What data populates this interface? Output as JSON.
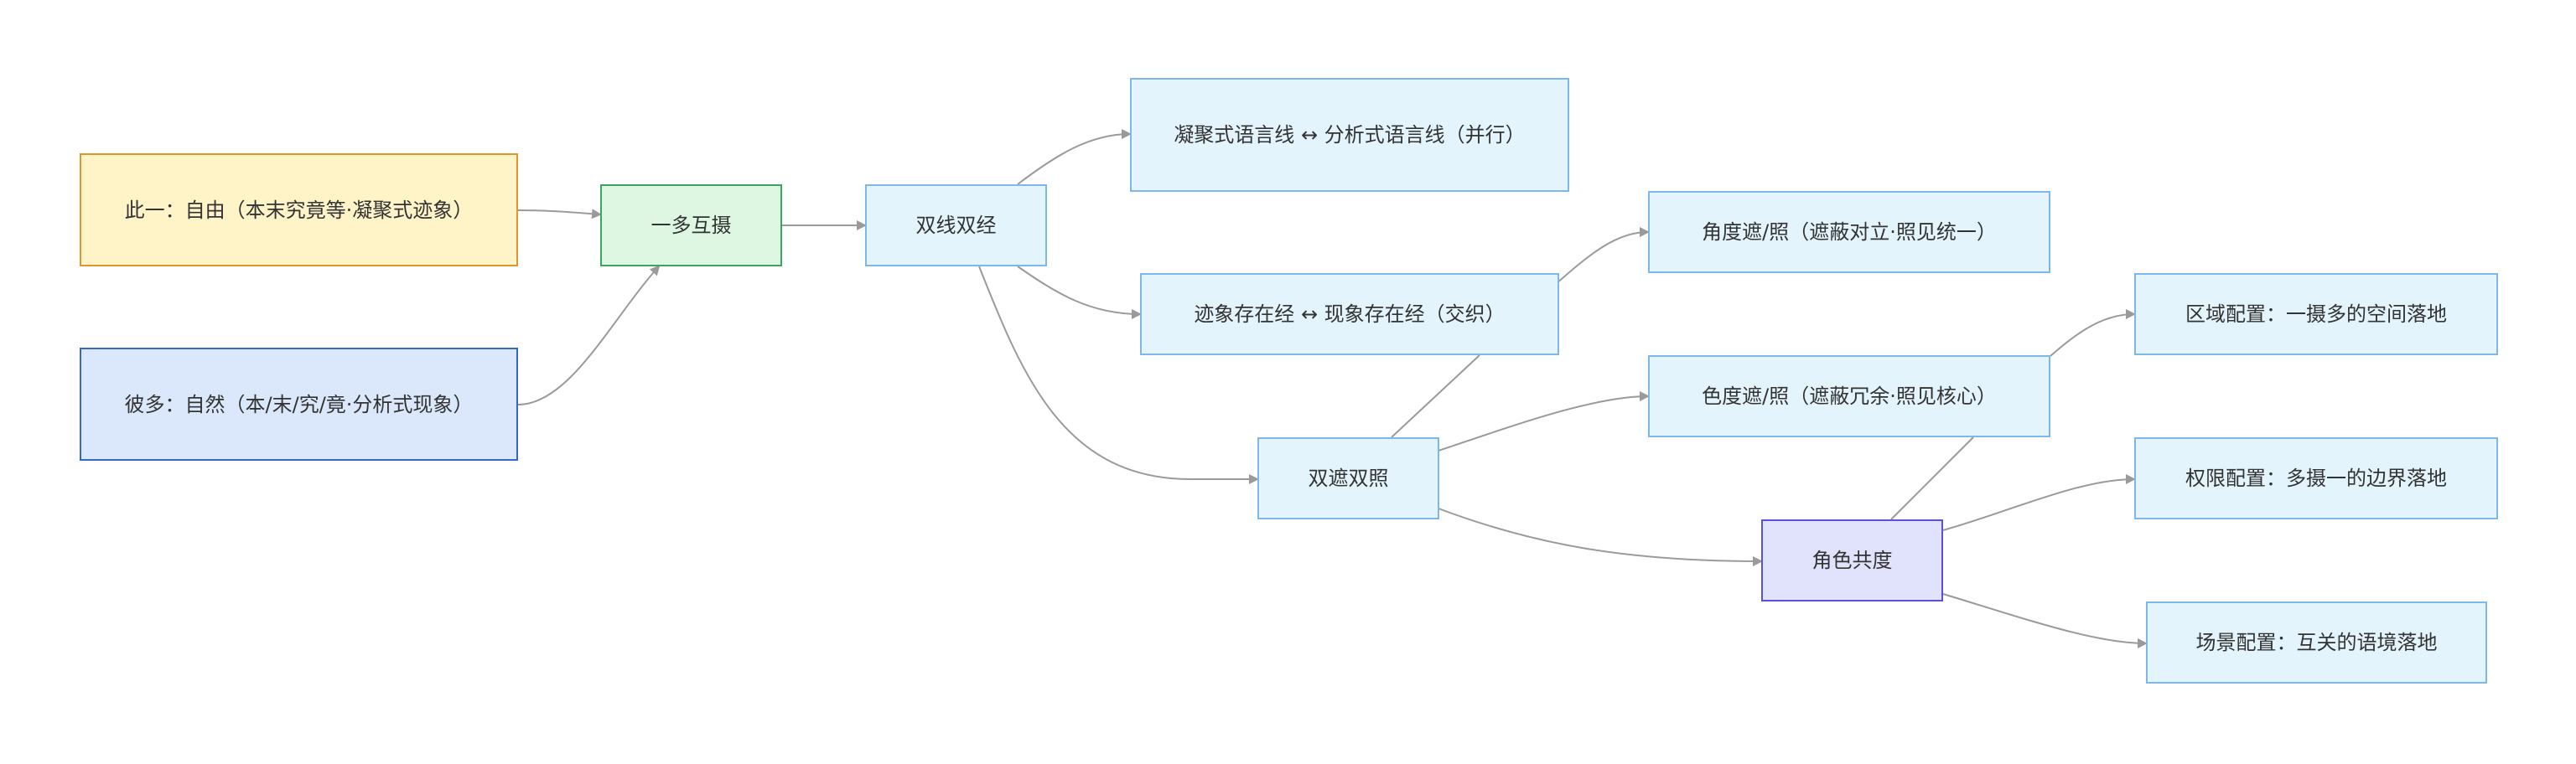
{
  "nodes": {
    "cidi": "此一：自由（本末究竟等·凝聚式迹象）",
    "biduo": "彼多：自然（本/末/究/竟·分析式现象）",
    "yiduo": "一多互摄",
    "shuangxian": "双线双经",
    "ningju": "凝聚式语言线 ↔ 分析式语言线（并行）",
    "jixiang": "迹象存在经 ↔ 现象存在经（交织）",
    "shuangzhe": "双遮双照",
    "jiaodu": "角度遮/照（遮蔽对立·照见统一）",
    "sedu": "色度遮/照（遮蔽冗余·照见核心）",
    "juese": "角色共度",
    "quyu": "区域配置：一摄多的空间落地",
    "quanxian": "权限配置：多摄一的边界落地",
    "changjing": "场景配置：互关的语境落地"
  },
  "colors": {
    "edge": "#9a9a9a",
    "yellow": "#fff3c8",
    "blue": "#dbe8fb",
    "green": "#ddf7e3",
    "light": "#e3f4fc",
    "purple": "#e0e3fb"
  }
}
